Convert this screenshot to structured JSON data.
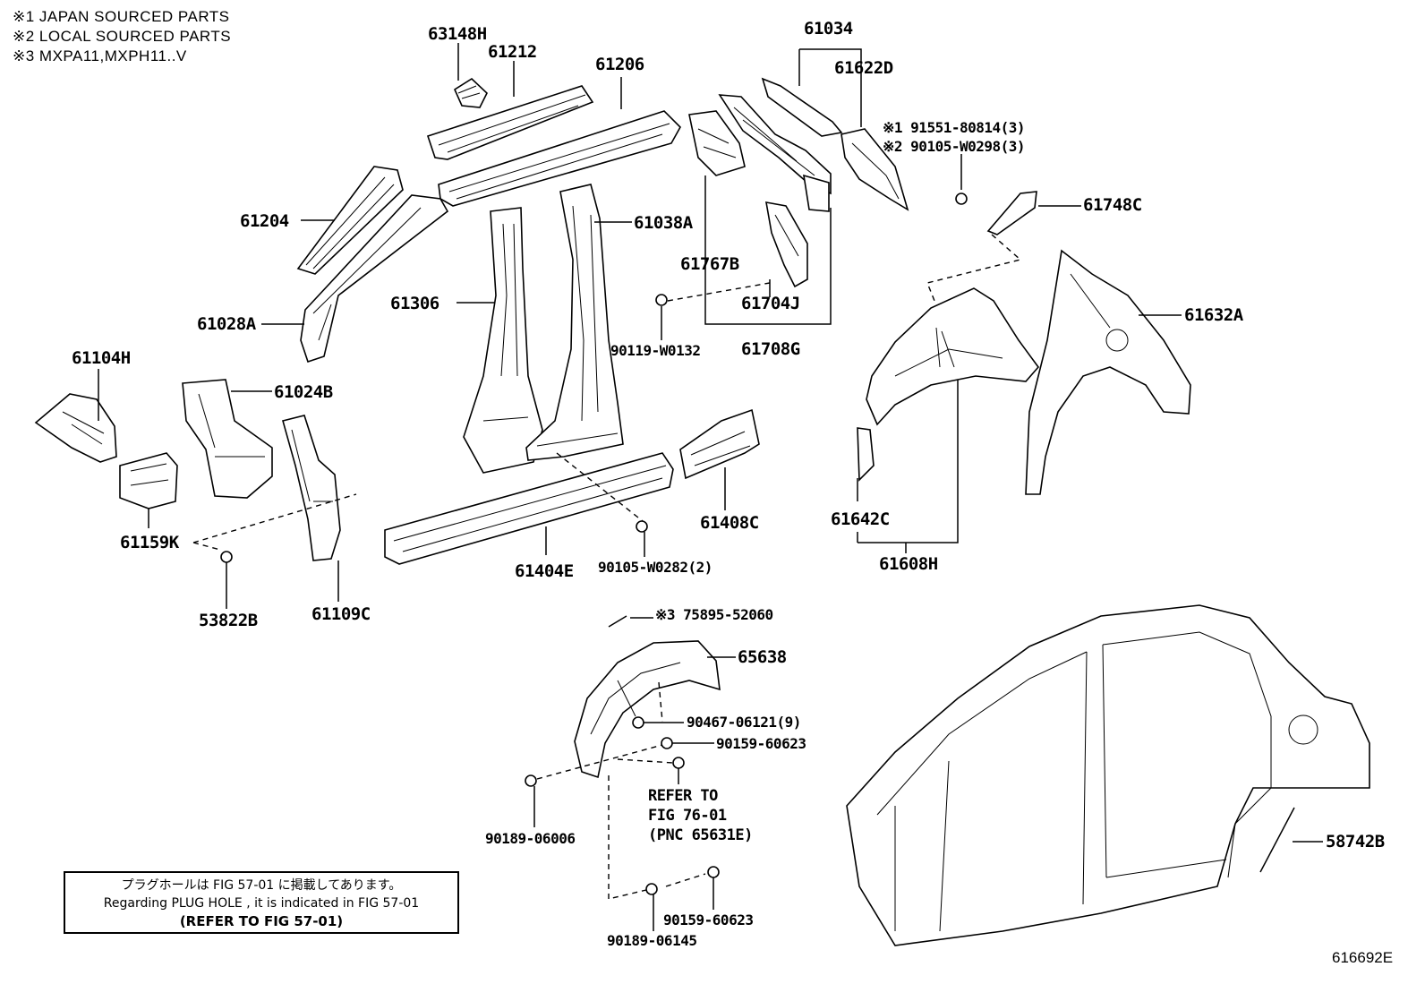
{
  "notes": [
    "※1 JAPAN SOURCED PARTS",
    "※2 LOCAL SOURCED PARTS",
    "※3 MXPA11,MXPH11..V"
  ],
  "labels": {
    "p63148H": "63148H",
    "p61212": "61212",
    "p61206": "61206",
    "p61034": "61034",
    "p61622D": "61622D",
    "p91551": "※1 91551-80814(3)",
    "p90105_W0298": "※2 90105-W0298(3)",
    "p61748C": "61748C",
    "p61204": "61204",
    "p61038A": "61038A",
    "p61767B": "61767B",
    "p61306": "61306",
    "p61704J": "61704J",
    "p61708G": "61708G",
    "p90119": "90119-W0132",
    "p61028A": "61028A",
    "p61632A": "61632A",
    "p61104H": "61104H",
    "p61024B": "61024B",
    "p61159K": "61159K",
    "p61408C": "61408C",
    "p61404E": "61404E",
    "p90105_W0282": "90105-W0282(2)",
    "p61642C": "61642C",
    "p61608H": "61608H",
    "p53822B": "53822B",
    "p61109C": "61109C",
    "p75895": "※3 75895-52060",
    "p65638": "65638",
    "p90467": "90467-06121(9)",
    "p90159a": "90159-60623",
    "p90189a": "90189-06006",
    "p58742B": "58742B",
    "p90159b": "90159-60623",
    "p90189b": "90189-06145"
  },
  "refer": {
    "line1": "REFER TO",
    "line2": "FIG 76-01",
    "line3": "(PNC 65631E)"
  },
  "note_box": {
    "line1": "プラグホールは FIG 57-01 に掲載してあります。",
    "line2": "Regarding  PLUG  HOLE , it is indicated in  FIG  57-01",
    "line3": "(REFER  TO  FIG 57-01)"
  },
  "figure_id": "616692E"
}
